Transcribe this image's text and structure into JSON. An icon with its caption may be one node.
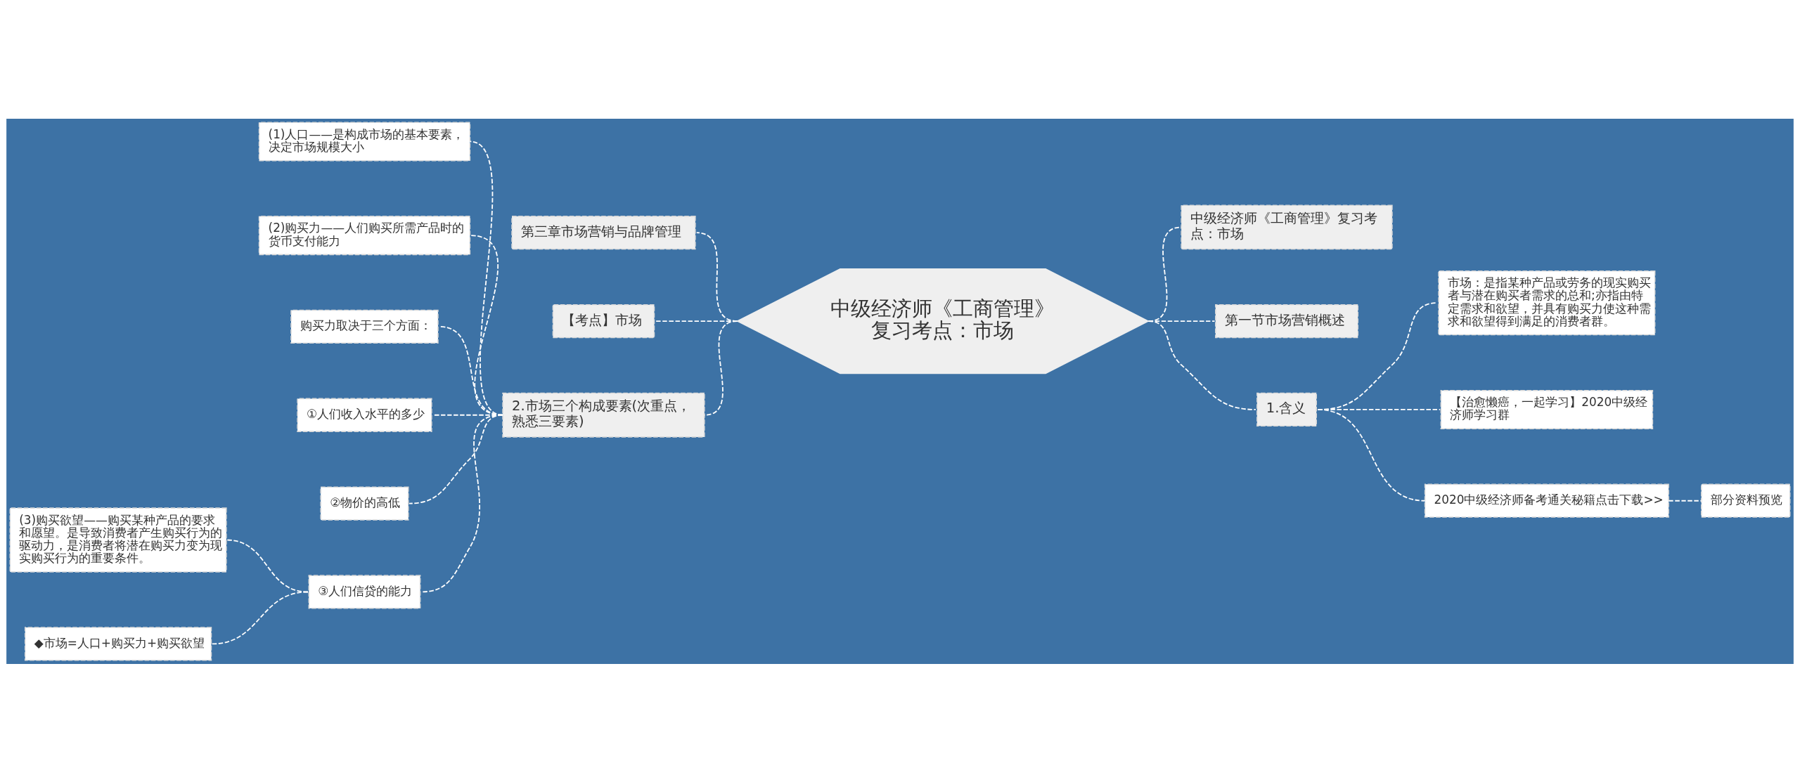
{
  "diagram": {
    "nodes": [
      {
        "text": [
          "中级经济师《工商管理》复习考点：市场"
        ]
      },
      {
        "text": [
          "第三章市场营销与品牌管理"
        ]
      },
      {
        "text": [
          "【考点】市场"
        ]
      },
      {
        "text": [
          "2.市场三个构成要素(次重点，熟悉三要素)"
        ]
      },
      {
        "text": [
          "(1)人口——是构成市场的基本要素，决定市场规模大小"
        ]
      },
      {
        "text": [
          "(2)购买力——人们购买所需产品时的货币支付能力"
        ]
      },
      {
        "text": [
          "购买力取决于三个方面："
        ]
      },
      {
        "text": [
          "①人们收入水平的多少"
        ]
      },
      {
        "text": [
          "②物价的高低"
        ]
      },
      {
        "text": [
          "③人们信贷的能力"
        ]
      },
      {
        "text": [
          "(3)购买欲望——购买某种产品的要求和愿望。是导致消费者产生购买行为的驱动力，是消费者将潜在购买力变为现实购买行为的重要条件。"
        ]
      },
      {
        "text": [
          "◆市场=人口+购买力+购买欲望"
        ]
      },
      {
        "text": [
          "中级经济师《工商管理》复习考点：市场"
        ]
      },
      {
        "text": [
          "第一节市场营销概述"
        ]
      },
      {
        "text": [
          "1.含义"
        ]
      },
      {
        "text": [
          "市场：是指某种产品或劳务的现实购买者与潜在购买者需求的总和;亦指由特定需求和欲望，并具有购买力使这种需求和欲望得到满足的消费者群。"
        ]
      },
      {
        "text": [
          "【治愈懒癌，一起学习】2020中级经济师学习群"
        ]
      },
      {
        "text": [
          "2020中级经济师备考通关秘籍点击下载>>"
        ]
      },
      {
        "text": [
          "部分资料预览"
        ]
      }
    ],
    "edges": [
      {
        "from": 0,
        "to": 1,
        "arrow": "none",
        "style": "dashed"
      },
      {
        "from": 0,
        "to": 2,
        "arrow": "none",
        "style": "dashed"
      },
      {
        "from": 0,
        "to": 3,
        "arrow": "none",
        "style": "dashed"
      },
      {
        "from": 3,
        "to": 4,
        "arrow": "none",
        "style": "dashed"
      },
      {
        "from": 3,
        "to": 5,
        "arrow": "none",
        "style": "dashed"
      },
      {
        "from": 3,
        "to": 6,
        "arrow": "none",
        "style": "dashed"
      },
      {
        "from": 3,
        "to": 7,
        "arrow": "none",
        "style": "dashed"
      },
      {
        "from": 3,
        "to": 8,
        "arrow": "none",
        "style": "dashed"
      },
      {
        "from": 3,
        "to": 9,
        "arrow": "none",
        "style": "dashed"
      },
      {
        "from": 9,
        "to": 10,
        "arrow": "none",
        "style": "dashed"
      },
      {
        "from": 9,
        "to": 11,
        "arrow": "none",
        "style": "dashed"
      },
      {
        "from": 0,
        "to": 12,
        "arrow": "none",
        "style": "dashed"
      },
      {
        "from": 0,
        "to": 13,
        "arrow": "none",
        "style": "dashed"
      },
      {
        "from": 0,
        "to": 14,
        "arrow": "none",
        "style": "dashed"
      },
      {
        "from": 14,
        "to": 15,
        "arrow": "none",
        "style": "dashed"
      },
      {
        "from": 14,
        "to": 16,
        "arrow": "none",
        "style": "dashed"
      },
      {
        "from": 14,
        "to": 17,
        "arrow": "none",
        "style": "dashed"
      },
      {
        "from": 17,
        "to": 18,
        "arrow": "none",
        "style": "dashed"
      }
    ]
  }
}
